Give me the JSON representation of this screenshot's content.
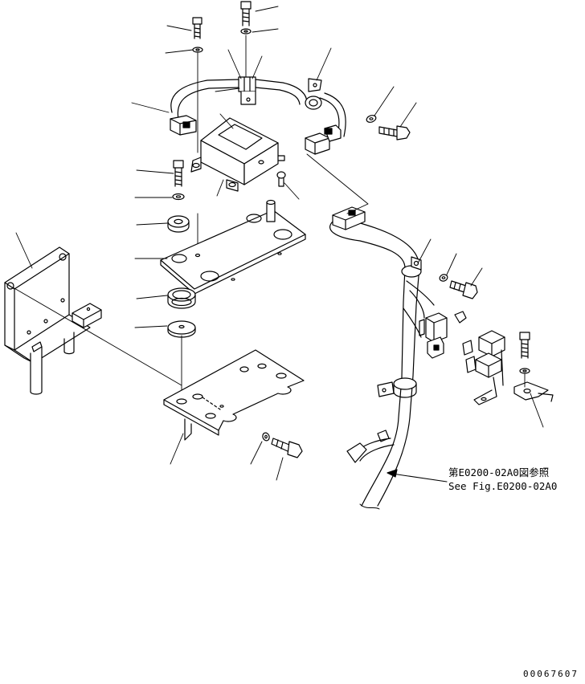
{
  "reference_note": {
    "line_ja": "第E0200-02A0図参照",
    "line_en": "See Fig.E0200-02A0"
  },
  "drawing_number": "00067607",
  "colors": {
    "ink": "#000000",
    "paper": "#ffffff"
  }
}
